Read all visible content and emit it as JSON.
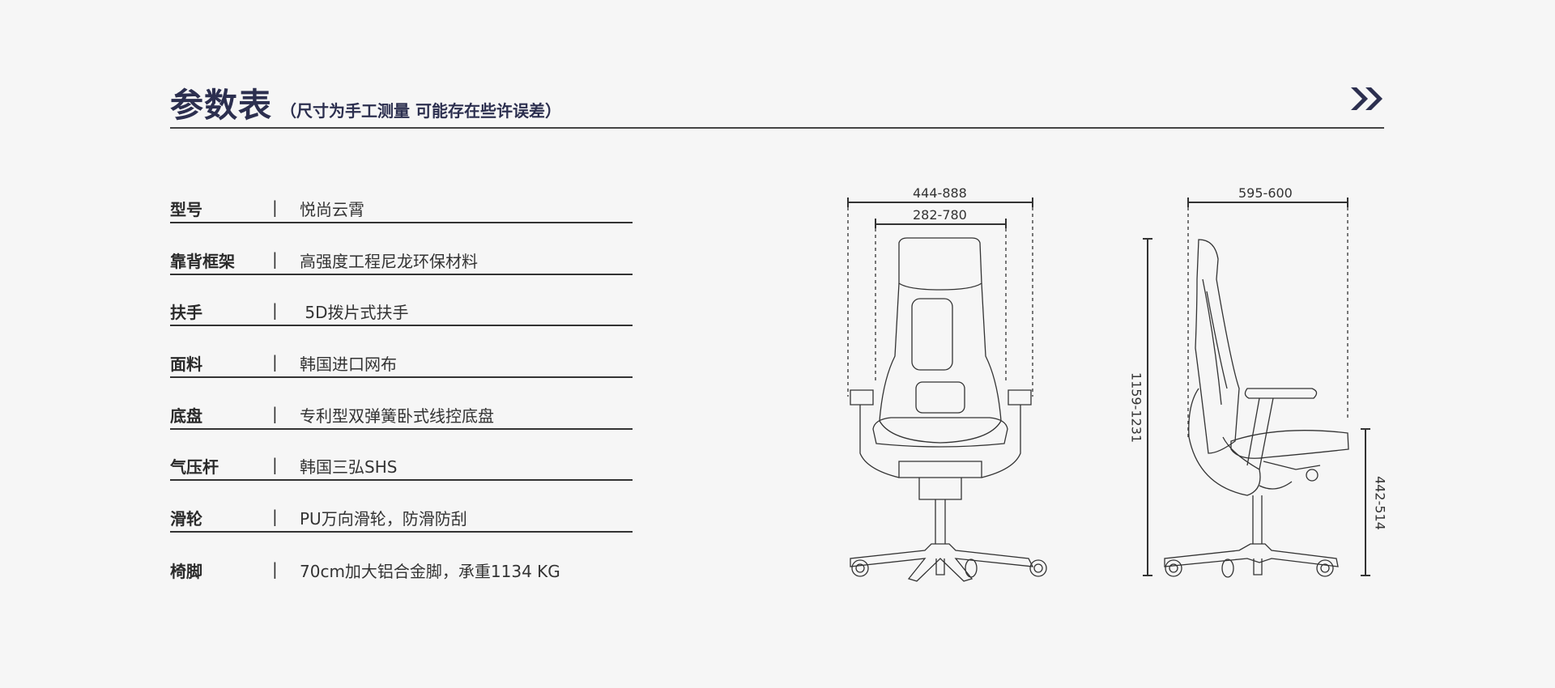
{
  "header": {
    "title": "参数表",
    "note": "（尺寸为手工测量 可能存在些许误差）",
    "next_icon": "double-chevron-right-icon",
    "accent_color": "#2c2f4f"
  },
  "specs": [
    {
      "label": "型号",
      "sep": "|",
      "value": "悦尚云霄"
    },
    {
      "label": "靠背框架",
      "sep": "|",
      "value": "高强度工程尼龙环保材料"
    },
    {
      "label": "扶手",
      "sep": "|",
      "value": " 5D拨片式扶手"
    },
    {
      "label": "面料",
      "sep": "|",
      "value": "韩国进口网布"
    },
    {
      "label": "底盘",
      "sep": "|",
      "value": "专利型双弹簧卧式线控底盘"
    },
    {
      "label": "气压杆",
      "sep": "|",
      "value": "韩国三弘SHS"
    },
    {
      "label": "滑轮",
      "sep": "|",
      "value": "PU万向滑轮，防滑防刮"
    },
    {
      "label": "椅脚",
      "sep": "|",
      "value": "70cm加大铝合金脚，承重1134 KG"
    }
  ],
  "dimensions": {
    "front_total_width": "444-888",
    "front_arm_width": "282-780",
    "side_depth": "595-600",
    "total_height": "1159-1231",
    "seat_height": "442-514"
  }
}
